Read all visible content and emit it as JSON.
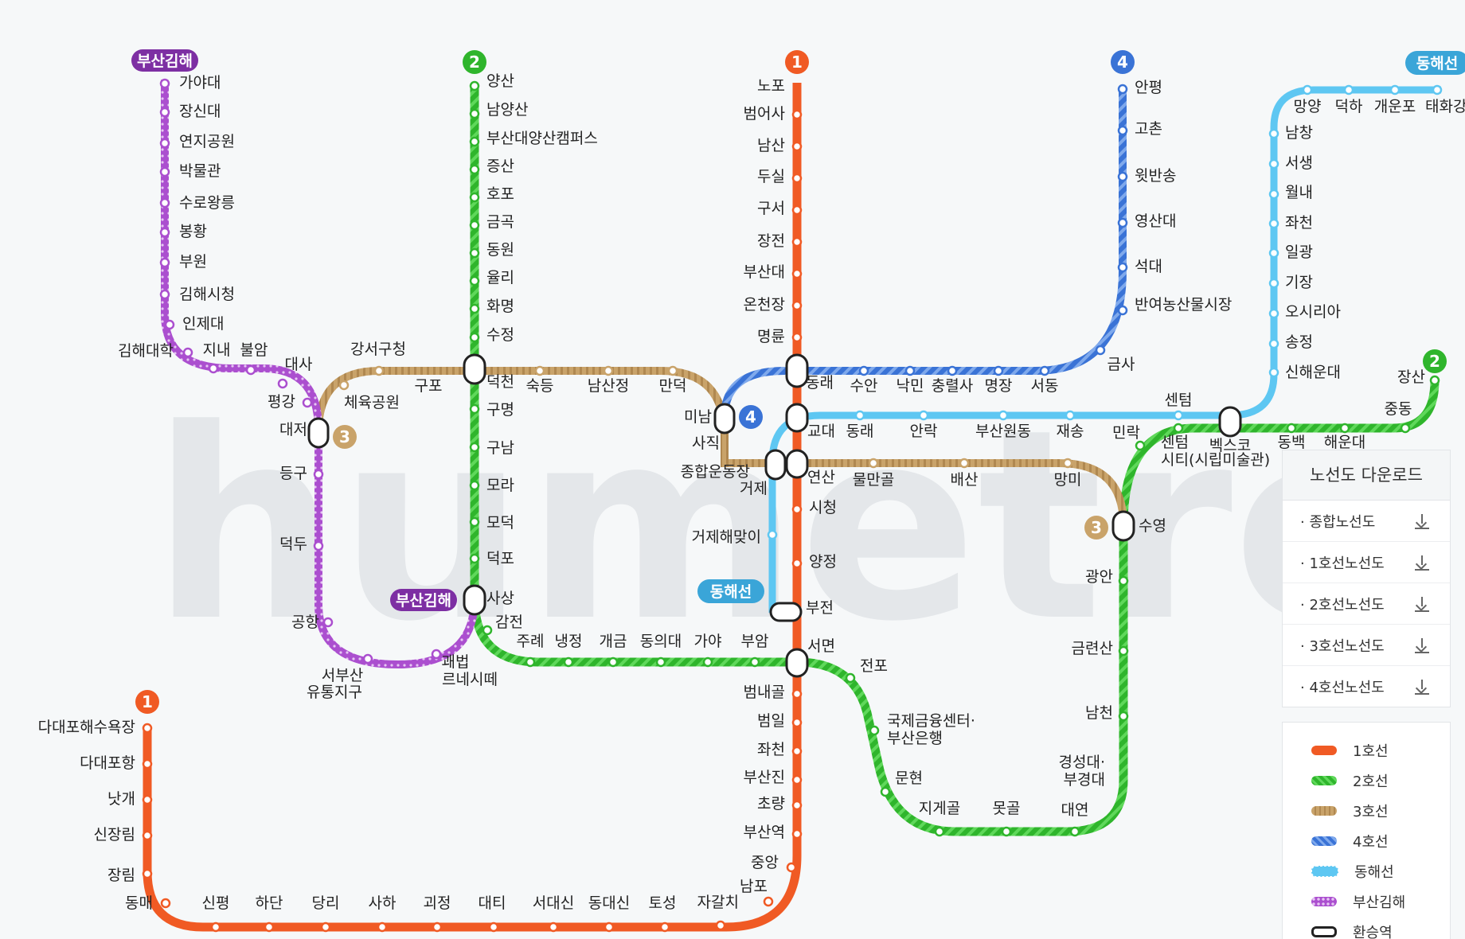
{
  "watermark": "humetro",
  "colors": {
    "line1": "#f05a24",
    "line2": "#2fb52c",
    "line3": "#c9a36a",
    "line4": "#3a73d6",
    "donghae": "#5ec7f2",
    "bgl": "#ab4fcf"
  },
  "line_tags": {
    "line1_top": "1",
    "line1_bottom": "1",
    "line2_top": "2",
    "line2_right": "2",
    "line3_left": "3",
    "line3_right": "3",
    "line4_top": "4",
    "line4_minam": "4",
    "bgl_top": "부산김해",
    "bgl_sasang": "부산김해",
    "donghae_top": "동해선",
    "donghae_bujeon": "동해선"
  },
  "stations": {
    "line1": [
      "노포",
      "범어사",
      "남산",
      "두실",
      "구서",
      "장전",
      "부산대",
      "온천장",
      "명륜",
      "동래",
      "교대",
      "연산",
      "시청",
      "양정",
      "부전",
      "서면",
      "범내골",
      "범일",
      "좌천",
      "부산진",
      "초량",
      "부산역",
      "중앙",
      "남포",
      "자갈치",
      "토성",
      "동대신",
      "서대신",
      "대티",
      "괴정",
      "사하",
      "당리",
      "하단",
      "신평",
      "동매",
      "장림",
      "신장림",
      "낫개",
      "다대포항",
      "다대포해수욕장"
    ],
    "line2": [
      "양산",
      "남양산",
      "부산대양산캠퍼스",
      "증산",
      "호포",
      "금곡",
      "동원",
      "율리",
      "화명",
      "수정",
      "덕천",
      "구명",
      "구남",
      "모라",
      "모덕",
      "덕포",
      "사상",
      "감전",
      "주례",
      "냉정",
      "개금",
      "동의대",
      "가야",
      "부암",
      "전포",
      "국제금융센터·",
      "부산은행",
      "문현",
      "지게골",
      "못골",
      "대연",
      "경성대·",
      "부경대",
      "남천",
      "금련산",
      "광안",
      "수영",
      "민락",
      "센텀",
      "시티(시립미술관)",
      "벡스코",
      "동백",
      "해운대",
      "중동",
      "장산"
    ],
    "line3": [
      "강서구청",
      "체육공원",
      "대저",
      "구포",
      "숙등",
      "남산정",
      "만덕",
      "미남",
      "사직",
      "종합운동장",
      "거제",
      "물만골",
      "배산",
      "망미"
    ],
    "line4": [
      "안평",
      "고촌",
      "윗반송",
      "영산대",
      "석대",
      "반여농산물시장",
      "금사",
      "서동",
      "명장",
      "충렬사",
      "낙민",
      "수안"
    ],
    "donghae": [
      "망양",
      "덕하",
      "개운포",
      "태화강",
      "남창",
      "서생",
      "월내",
      "좌천",
      "일광",
      "기장",
      "오시리아",
      "송정",
      "신해운대",
      "센텀",
      "재송",
      "부산원동",
      "안락",
      "동래",
      "거제해맞이"
    ],
    "bgl": [
      "가야대",
      "장신대",
      "연지공원",
      "박물관",
      "수로왕릉",
      "봉황",
      "부원",
      "김해시청",
      "인제대",
      "김해대학",
      "지내",
      "불암",
      "대사",
      "평강",
      "등구",
      "덕두",
      "공항",
      "서부산",
      "유통지구",
      "괘법",
      "르네시떼"
    ]
  },
  "download": {
    "title": "노선도 다운로드",
    "items": [
      "종합노선도",
      "1호선노선도",
      "2호선노선도",
      "3호선노선도",
      "4호선노선도"
    ]
  },
  "legend": {
    "items": [
      {
        "label": "1호선",
        "color": "#f05a24"
      },
      {
        "label": "2호선",
        "color": "#2fb52c"
      },
      {
        "label": "3호선",
        "color": "#c9a36a"
      },
      {
        "label": "4호선",
        "color": "#3a73d6"
      },
      {
        "label": "동해선",
        "color": "#5ec7f2"
      },
      {
        "label": "부산김해",
        "color": "#ab4fcf"
      }
    ],
    "transfer": "환승역"
  }
}
